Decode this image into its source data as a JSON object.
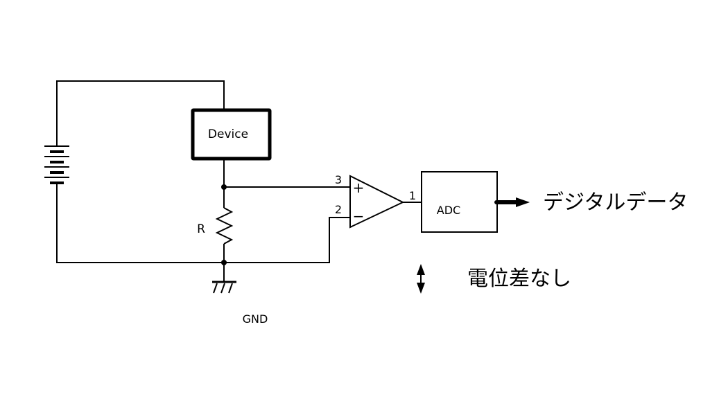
{
  "diagram": {
    "title": "Device current sensing circuit",
    "colors": {
      "stroke": "#000000",
      "background": "#ffffff"
    },
    "components": {
      "battery": {
        "label": "",
        "icon": "battery-icon"
      },
      "device": {
        "label": "Device"
      },
      "resistor": {
        "label": "R"
      },
      "ground": {
        "label": "GND",
        "icon": "ground-icon"
      },
      "opamp": {
        "pin_plus": "3",
        "pin_minus": "2",
        "pin_out": "1",
        "plus_sign": "+",
        "minus_sign": "−"
      },
      "adc": {
        "label": "ADC"
      }
    },
    "annotations": {
      "output_label": "デジタルデータ",
      "legend_label": "電位差なし",
      "legend_icon": "double-arrow-icon"
    }
  }
}
